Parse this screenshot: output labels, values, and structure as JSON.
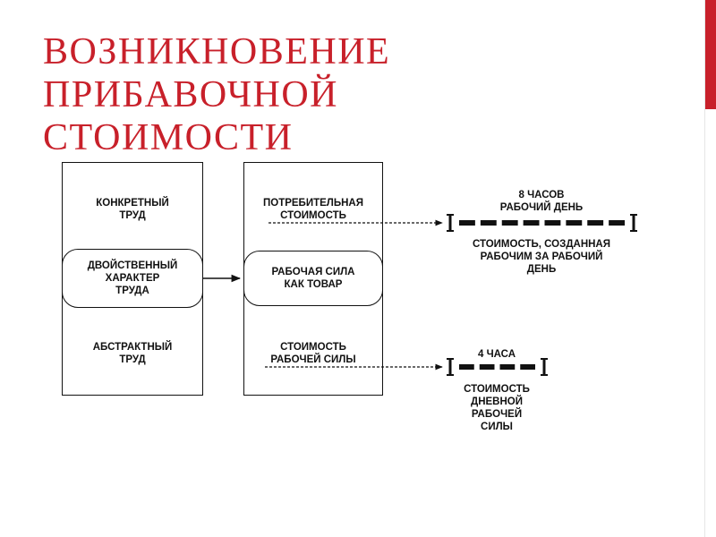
{
  "slide": {
    "title_line1": "ВОЗНИКНОВЕНИЕ ПРИБАВОЧНОЙ",
    "title_line2": "СТОИМОСТИ",
    "accent_color": "#c8202a"
  },
  "left_box": {
    "top_label": "КОНКРЕТНЫЙ\nТРУД",
    "middle_label": "ДВОЙСТВЕННЫЙ\nХАРАКТЕР\nТРУДА",
    "bottom_label": "АБСТРАКТНЫЙ\nТРУД"
  },
  "right_box": {
    "top_label": "ПОТРЕБИТЕЛЬНАЯ\nСТОИМОСТЬ",
    "middle_label": "РАБОЧАЯ СИЛА\nКАК ТОВАР",
    "bottom_label": "СТОИМОСТЬ\nРАБОЧЕЙ СИЛЫ"
  },
  "working_day": {
    "top_label": "8 ЧАСОВ\nРАБОЧИЙ ДЕНЬ",
    "bottom_label": "СТОИМОСТЬ, СОЗДАННАЯ\nРАБОЧИМ ЗА РАБОЧИЙ\nДЕНЬ",
    "segments": 8
  },
  "labor_power_value": {
    "top_label": "4 ЧАСА",
    "bottom_label": "СТОИМОСТЬ\nДНЕВНОЙ\nРАБОЧЕЙ\nСИЛЫ",
    "segments": 4
  }
}
